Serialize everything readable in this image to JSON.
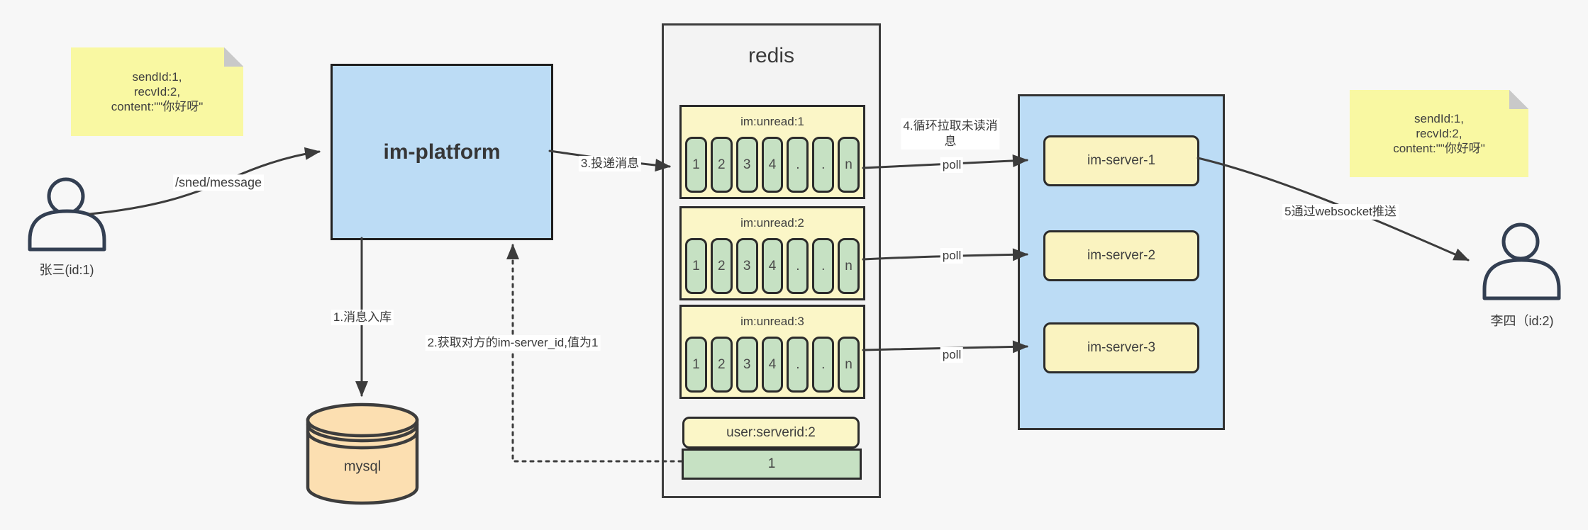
{
  "colors": {
    "canvas_bg": "#f7f7f7",
    "platform_blue": "#bcdcf5",
    "server_panel_blue": "#bcdcf5",
    "note_yellow": "#f9f8a2",
    "queue_yellow": "#fbf6c7",
    "cell_green": "#c6e1c3",
    "server_yellow": "#faf3c0",
    "mysql_orange": "#fcdfb1",
    "redis_panel_gray": "#f3f3f3",
    "arrow_dark": "#3c3c3c",
    "person_navy": "#333f52"
  },
  "notes": {
    "left": {
      "lines": [
        "sendId:1,",
        "recvId:2,",
        "content:\"\"你好呀\""
      ]
    },
    "right": {
      "lines": [
        "sendId:1,",
        "recvId:2,",
        "content:\"\"你好呀\""
      ]
    }
  },
  "actors": {
    "sender": {
      "label": "张三(id:1)"
    },
    "receiver": {
      "label": "李四（id:2)"
    }
  },
  "platform": {
    "label": "im-platform"
  },
  "mysql": {
    "label": "mysql"
  },
  "redis": {
    "title": "redis",
    "queues": [
      {
        "header": "im:unread:1",
        "cells": [
          "1",
          "2",
          "3",
          "4",
          ".",
          ".",
          "n"
        ]
      },
      {
        "header": "im:unread:2",
        "cells": [
          "1",
          "2",
          "3",
          "4",
          ".",
          ".",
          "n"
        ]
      },
      {
        "header": "im:unread:3",
        "cells": [
          "1",
          "2",
          "3",
          "4",
          ".",
          ".",
          "n"
        ]
      }
    ],
    "kv": {
      "header": "user:serverid:2",
      "value": "1"
    }
  },
  "servers": {
    "items": [
      {
        "label": "im-server-1"
      },
      {
        "label": "im-server-2"
      },
      {
        "label": "im-server-3"
      }
    ]
  },
  "edges": {
    "send": "/sned/message",
    "store": "1.消息入库",
    "get_server_id": "2.获取对方的im-server_id,值为1",
    "deliver": "3.投递消息",
    "pull_line1": "4.循环拉取未读消",
    "pull_line2": "息",
    "poll": "poll",
    "push": "5通过websocket推送"
  }
}
